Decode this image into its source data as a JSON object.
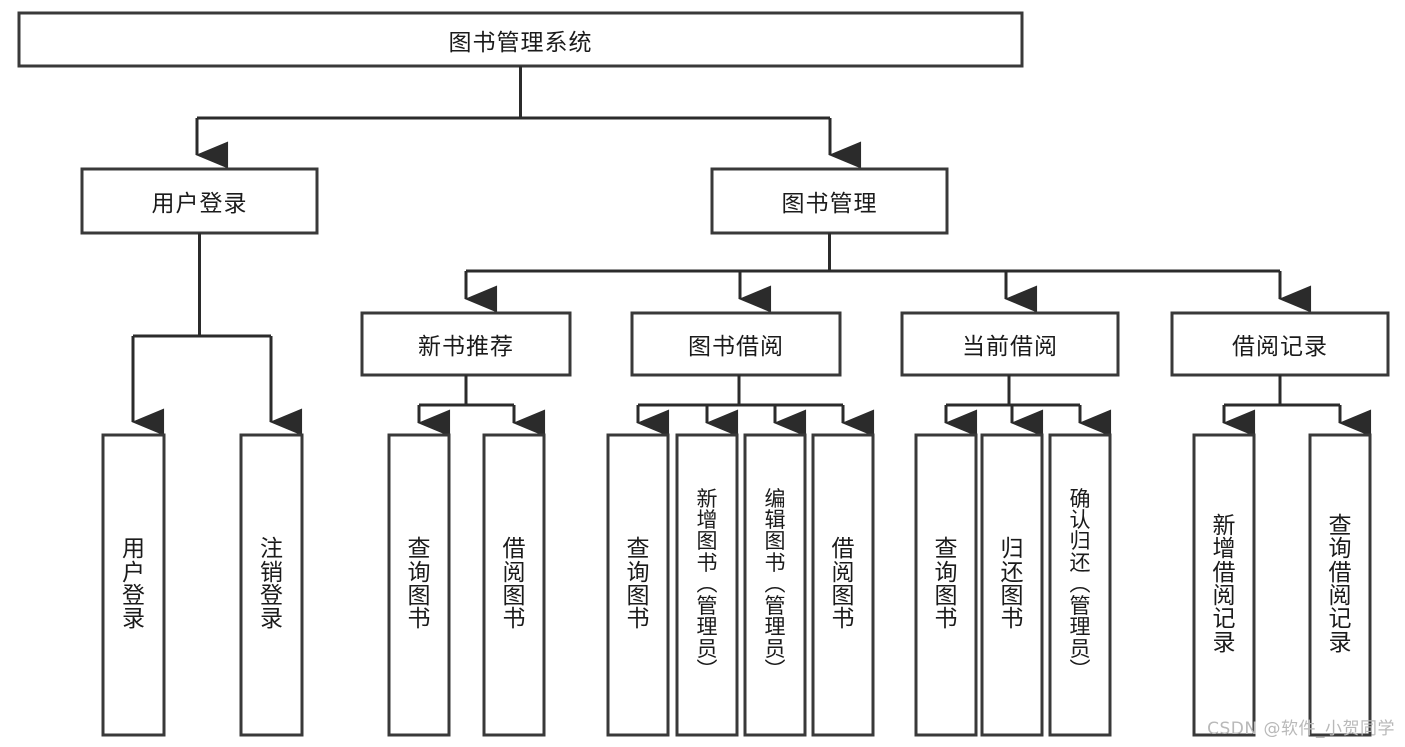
{
  "diagram": {
    "title": "图书管理系统",
    "type": "tree-hierarchy-diagram",
    "colors": {
      "box_stroke": "#393939",
      "box_fill": "#ffffff",
      "connector": "#2b2b2b",
      "text": "#1b1b1b",
      "watermark": "#b9b9b9",
      "background": "#ffffff"
    },
    "root": {
      "label": "图书管理系统"
    },
    "level2": [
      {
        "label": "用户登录"
      },
      {
        "label": "图书管理"
      }
    ],
    "level3": [
      {
        "label": "新书推荐"
      },
      {
        "label": "图书借阅"
      },
      {
        "label": "当前借阅"
      },
      {
        "label": "借阅记录"
      }
    ],
    "leaves": {
      "user_login": [
        {
          "label": "用户登录"
        },
        {
          "label": "注销登录"
        }
      ],
      "new_book_recommend": [
        {
          "label": "查询图书"
        },
        {
          "label": "借阅图书"
        }
      ],
      "book_borrow": [
        {
          "label": "查询图书"
        },
        {
          "label": "新增图书（管理员）"
        },
        {
          "label": "编辑图书（管理员）"
        },
        {
          "label": "借阅图书"
        }
      ],
      "current_borrow": [
        {
          "label": "查询图书"
        },
        {
          "label": "归还图书"
        },
        {
          "label": "确认归还（管理员）"
        }
      ],
      "borrow_record": [
        {
          "label": "新增借阅记录"
        },
        {
          "label": "查询借阅记录"
        }
      ]
    },
    "watermark": "CSDN @软件_小贺同学"
  }
}
